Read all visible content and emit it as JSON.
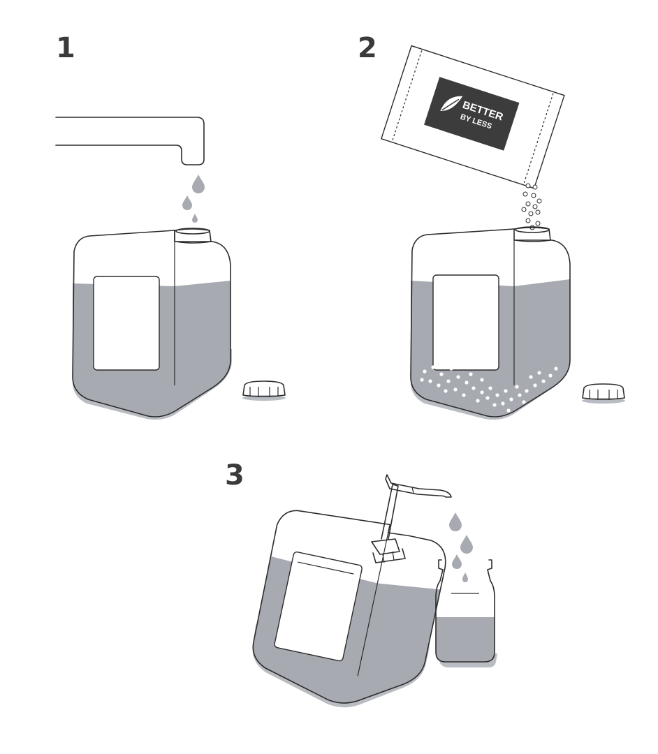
{
  "steps": [
    {
      "number": "1"
    },
    {
      "number": "2"
    },
    {
      "number": "3"
    }
  ],
  "sachet": {
    "brand_line1": "BETTER",
    "brand_line2": "BY LESS"
  },
  "colors": {
    "liquid": "#a7aab0",
    "line": "#2b2b2b",
    "shadow": "#b9bcc2",
    "label_dark": "#3c3c3c",
    "step_number": "#3a3a3a"
  }
}
